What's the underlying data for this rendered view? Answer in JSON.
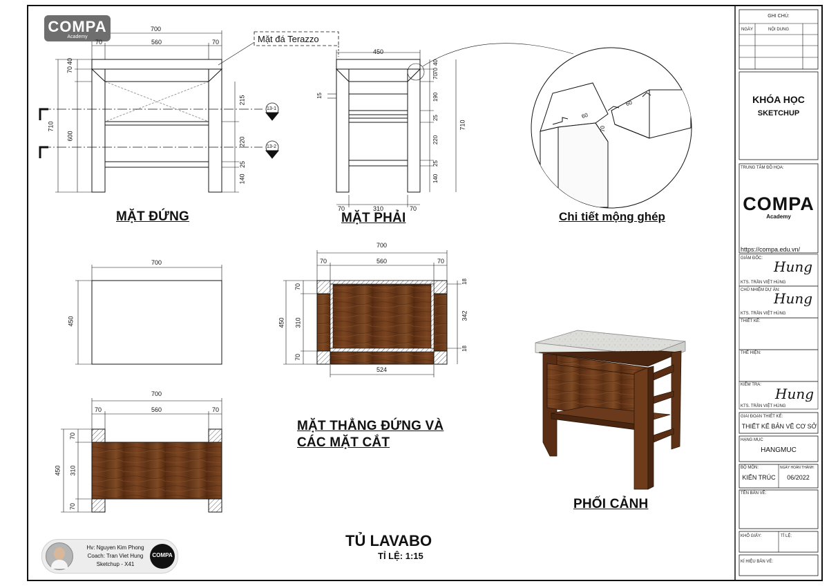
{
  "logo": {
    "main": "COMPA",
    "sub": "Academy"
  },
  "views": {
    "front_title": "MẶT ĐỨNG",
    "right_title": "MẶT PHẢI",
    "detail_title": "Chi tiết mộng ghép",
    "sections_title_line1": "MẶT THẲNG ĐỨNG VÀ",
    "sections_title_line2": "CÁC MẶT CẮT",
    "perspective_title": "PHỐI CẢNH",
    "terrazzo_label": "Mặt đá Terazzo",
    "section_markers": [
      "13-1",
      "13-2"
    ]
  },
  "dimensions": {
    "front_top": [
      "700",
      "70",
      "560",
      "70"
    ],
    "front_left": [
      "70",
      "40",
      "710",
      "600"
    ],
    "front_right": [
      "215",
      "220",
      "25",
      "140"
    ],
    "right_top": "450",
    "right_left": "15",
    "right_right_small": [
      "70",
      "40",
      "70",
      "190",
      "25",
      "220",
      "25",
      "140"
    ],
    "right_overall": "710",
    "right_bottom": [
      "70",
      "310",
      "70"
    ],
    "detail": [
      "60",
      "60",
      "70"
    ],
    "plan_top_w": "700",
    "plan_top_h": "450",
    "sec1_top": [
      "700",
      "70",
      "560",
      "70"
    ],
    "sec1_left": [
      "450",
      "70",
      "310",
      "70"
    ],
    "sec1_right": [
      "18",
      "342",
      "18"
    ],
    "sec1_bottom": "524",
    "sec2_top": [
      "700",
      "70",
      "560",
      "70"
    ],
    "sec2_left": [
      "450",
      "70",
      "310",
      "70"
    ]
  },
  "drawing": {
    "title": "TỦ LAVABO",
    "scale": "TỈ LỆ: 1:15"
  },
  "student": {
    "line1": "Hv: Nguyen Kim Phong",
    "line2": "Coach: Tran Viet Hung",
    "line3": "Sketchup - X41"
  },
  "title_block": {
    "notes_header": "GHI CHÚ:",
    "col_date": "NGÀY",
    "col_content": "NỘI DUNG",
    "course_line1": "KHÓA HỌC",
    "course_line2": "SKETCHUP",
    "center_label": "TRUNG TÂM ĐỒ HỌA:",
    "url": "https://compa.edu.vn/",
    "director_label": "GIÁM ĐỐC:",
    "director_name": "KTS. TRẦN VIỆT HÙNG",
    "pm_label": "CHỦ NHIỆM DỰ ÁN:",
    "pm_name": "KTS. TRẦN VIỆT HÙNG",
    "design_label": "THIẾT KẾ:",
    "drawn_label": "THỂ HIỆN:",
    "check_label": "KIỂM TRA:",
    "check_name": "KTS. TRẦN VIỆT HÙNG",
    "signature": "Hung",
    "phase_label": "GIAI ĐOẠN THIẾT KẾ:",
    "phase_value": "THIẾT KẾ BẢN VẼ CƠ SỞ",
    "item_label": "HẠNG MỤC",
    "item_value": "HANGMUC",
    "dept_label": "BỘ MÔN:",
    "dept_value": "KIẾN TRÚC",
    "date_label": "NGÀY HOÀN THÀNH:",
    "date_value": "06/2022",
    "sheet_name_label": "TÊN BẢN VẼ:",
    "paper_label": "KHỔ GIẤY:",
    "scale_label": "TỈ LỆ:",
    "code_label": "KÍ HIỆU BẢN VẼ:"
  },
  "colors": {
    "wood": "#6b3a1c",
    "wood_dark": "#4a2610",
    "stone": "#d9d9d6",
    "logo_bg": "#6e6e6e",
    "line": "#111111"
  }
}
